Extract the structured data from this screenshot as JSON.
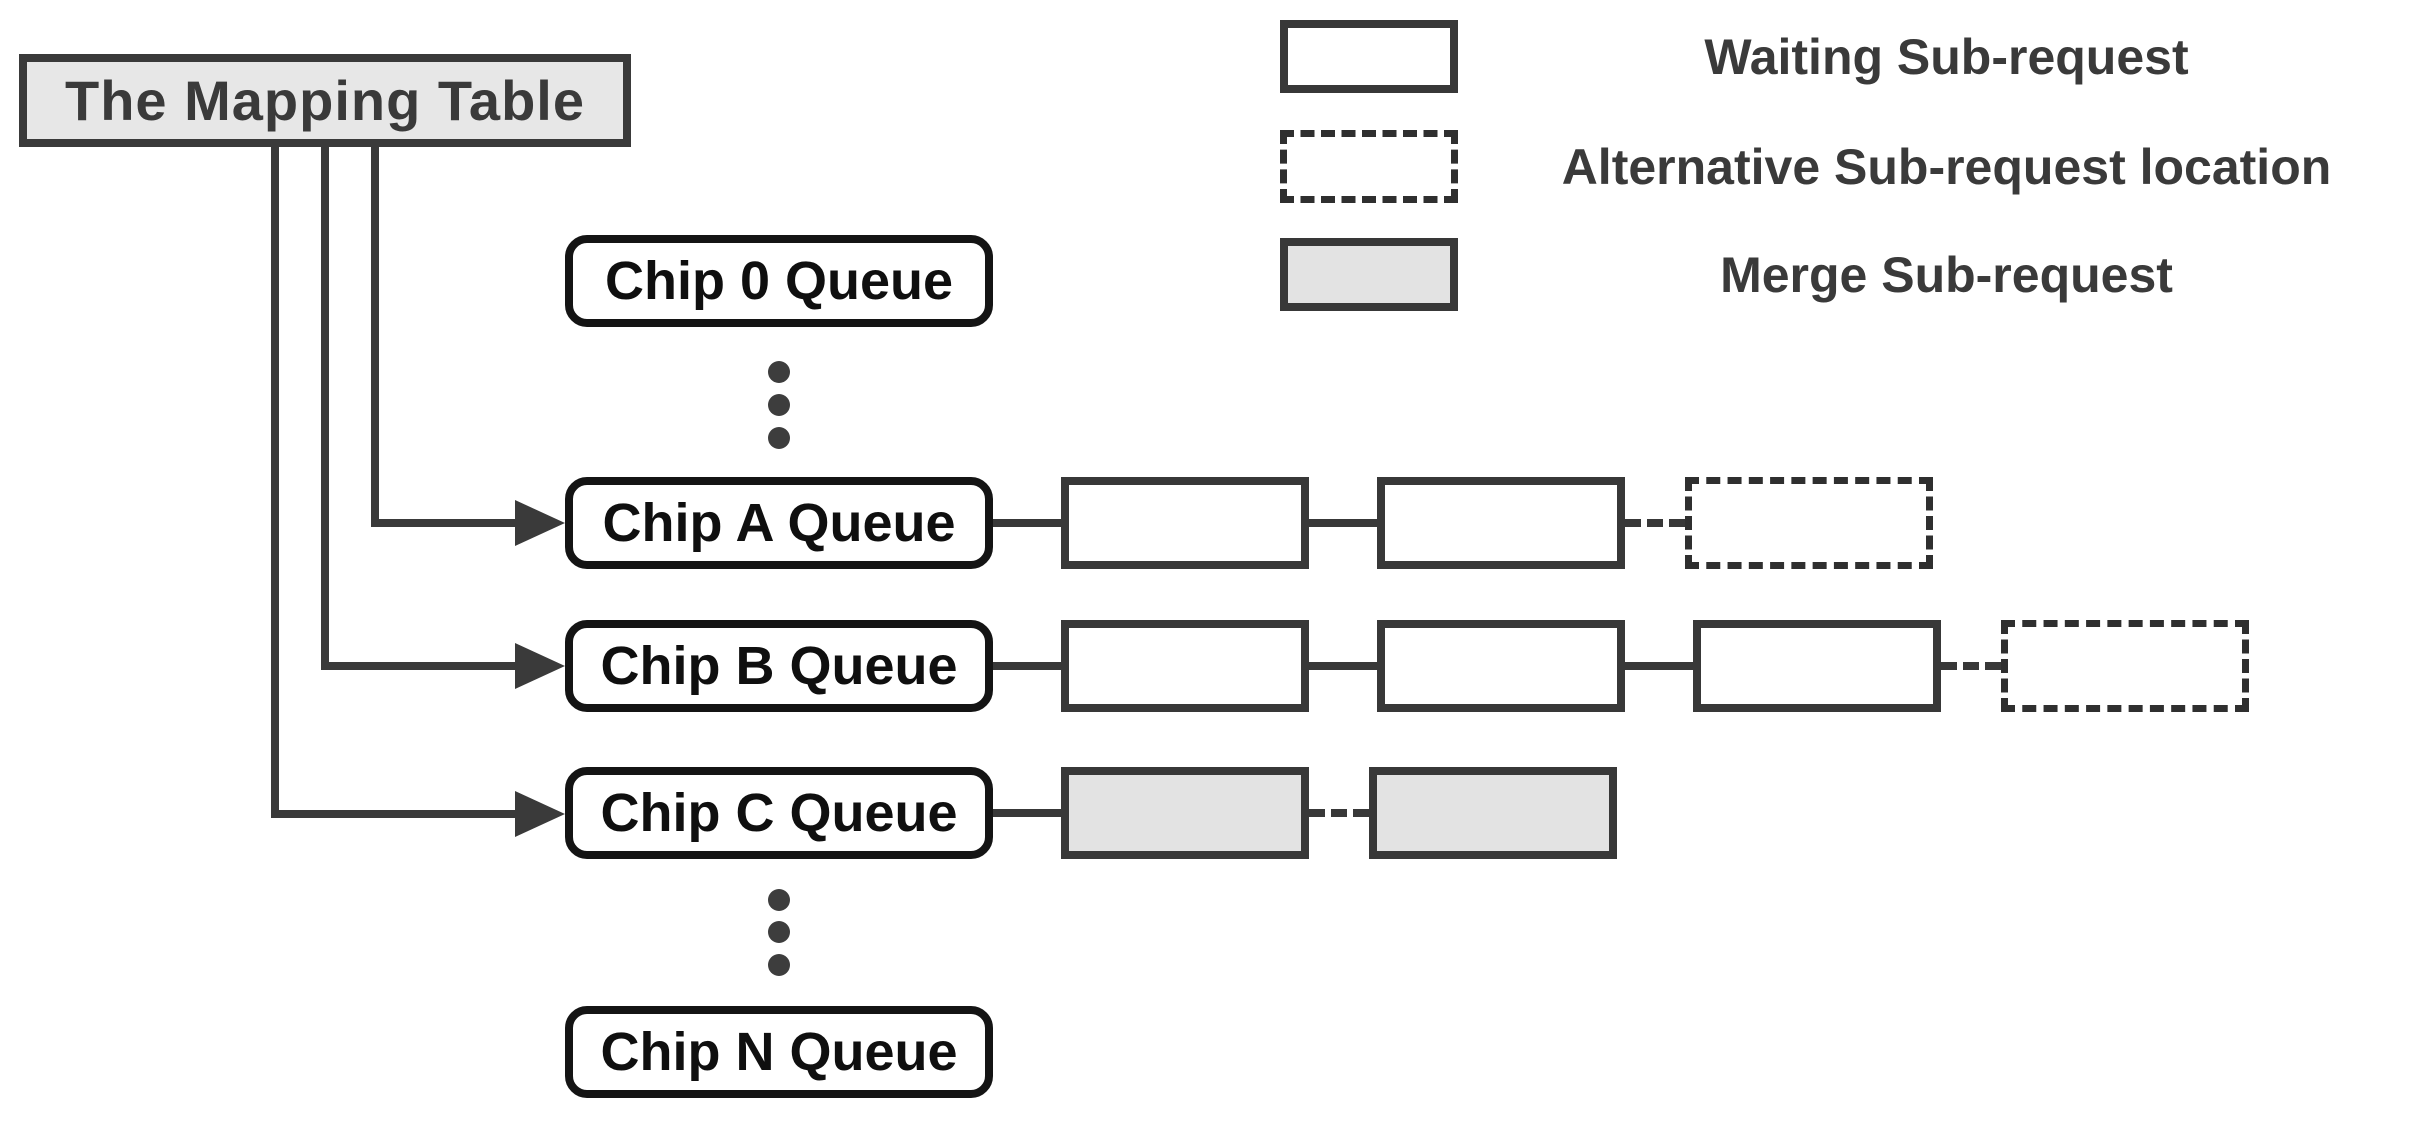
{
  "diagram": {
    "background": "#ffffff",
    "mapping_table": {
      "label": "The Mapping Table"
    },
    "legend": [
      {
        "type": "waiting",
        "label": "Waiting Sub-request"
      },
      {
        "type": "alternative",
        "label": "Alternative Sub-request location"
      },
      {
        "type": "merge",
        "label": "Merge Sub-request"
      }
    ],
    "queues": [
      {
        "id": "chip-0",
        "label": "Chip 0 Queue",
        "arrow_from_mapping_table": false,
        "sub_requests": []
      },
      {
        "id": "chip-a",
        "label": "Chip A Queue",
        "arrow_from_mapping_table": true,
        "sub_requests": [
          {
            "type": "waiting",
            "connector": "solid"
          },
          {
            "type": "waiting",
            "connector": "solid"
          },
          {
            "type": "alternative",
            "connector": "dashed"
          }
        ]
      },
      {
        "id": "chip-b",
        "label": "Chip B Queue",
        "arrow_from_mapping_table": true,
        "sub_requests": [
          {
            "type": "waiting",
            "connector": "solid"
          },
          {
            "type": "waiting",
            "connector": "solid"
          },
          {
            "type": "waiting",
            "connector": "solid"
          },
          {
            "type": "alternative",
            "connector": "dashed"
          }
        ]
      },
      {
        "id": "chip-c",
        "label": "Chip C Queue",
        "arrow_from_mapping_table": true,
        "sub_requests": [
          {
            "type": "merge",
            "connector": "solid"
          },
          {
            "type": "merge",
            "connector": "dashed"
          }
        ]
      },
      {
        "id": "chip-n",
        "label": "Chip N Queue",
        "arrow_from_mapping_table": false,
        "sub_requests": []
      }
    ],
    "colors": {
      "line": "#3a3a3a",
      "queue_border": "#141414",
      "subrequest_border": "#383838",
      "gray_fill": "#e3e3e3",
      "mapping_fill": "#e7e7e7",
      "text_dark": "#3a3a3a",
      "text_black": "#0f0f0f"
    }
  }
}
